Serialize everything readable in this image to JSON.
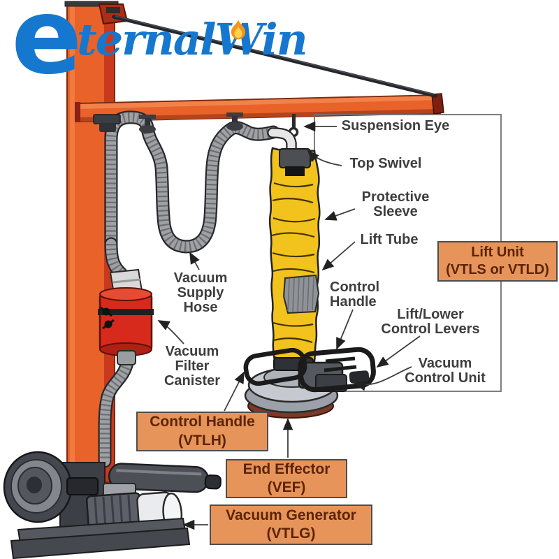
{
  "page": {
    "background": "#FFFFFF"
  },
  "logo": {
    "e": "e",
    "rest": "ternalWin"
  },
  "diagram": {
    "callout_labels": {
      "suspension_eye": "Suspension Eye",
      "top_swivel": "Top Swivel",
      "protective_sleeve": "Protective\nSleeve",
      "lift_tube": "Lift Tube",
      "control_handle": "Control\nHandle",
      "lift_lower_control_levers": "Lift/Lower\nControl Levers",
      "vacuum_control_unit": "Vacuum\nControl Unit",
      "vacuum_supply_hose": "Vacuum\nSupply\nHose",
      "vacuum_filter_canister": "Vacuum\nFilter\nCanister"
    },
    "part_boxes": {
      "lift_unit": "Lift Unit\n(VTLS or VTLD)",
      "control_handle": "Control Handle\n(VTLH)",
      "end_effector": "End Effector\n(VEF)",
      "vacuum_generator": "Vacuum Generator\n(VTLG)"
    },
    "colors": {
      "logo_blue": "#1677CE",
      "structure_orange": "#E8622A",
      "structure_orange_dark": "#C9391D",
      "label_text": "#3E3E3E",
      "box_fill": "#E7945A",
      "box_border": "#4D4D4D",
      "box_text": "#5C2403",
      "lift_tube_yellow": "#F2C21D",
      "filter_red": "#D7291C",
      "hose_gray": "#9FA1A4",
      "flame_orange": "#F6921E",
      "flame_yellow": "#FFD34D"
    }
  }
}
